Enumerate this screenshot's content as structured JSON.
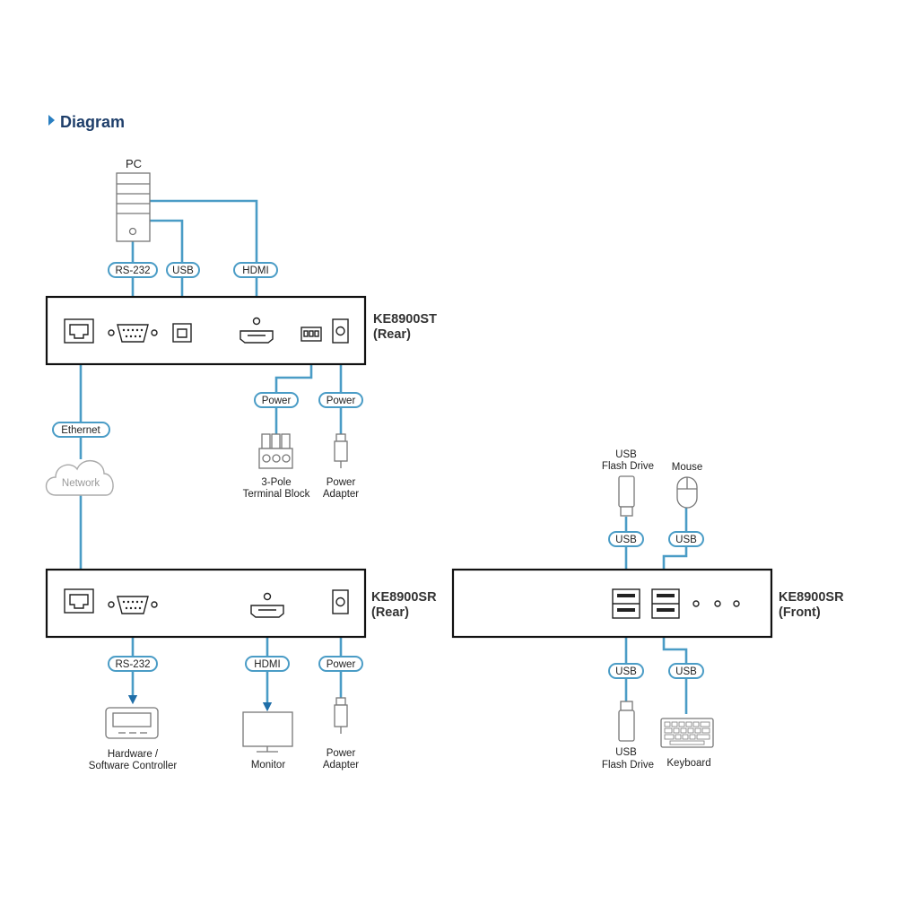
{
  "header": {
    "title": "Diagram"
  },
  "colors": {
    "link": "#4a9cc6",
    "title": "#1f3f6b",
    "arrow": "#1f6ea8"
  },
  "devices": {
    "st_rear": {
      "name": "KE8900ST",
      "sub": "(Rear)"
    },
    "sr_rear": {
      "name": "KE8900SR",
      "sub": "(Rear)"
    },
    "sr_front": {
      "name": "KE8900SR",
      "sub": "(Front)"
    }
  },
  "peripherals": {
    "pc": "PC",
    "network": "Network",
    "terminal_block": [
      "3-Pole",
      "Terminal Block"
    ],
    "power_adapter": [
      "Power",
      "Adapter"
    ],
    "controller": [
      "Hardware /",
      "Software Controller"
    ],
    "monitor": "Monitor",
    "usb_flash_drive": [
      "USB",
      "Flash Drive"
    ],
    "mouse": "Mouse",
    "keyboard": "Keyboard"
  },
  "cables": {
    "rs232": "RS-232",
    "usb": "USB",
    "hdmi": "HDMI",
    "power": "Power",
    "ethernet": "Ethernet"
  }
}
